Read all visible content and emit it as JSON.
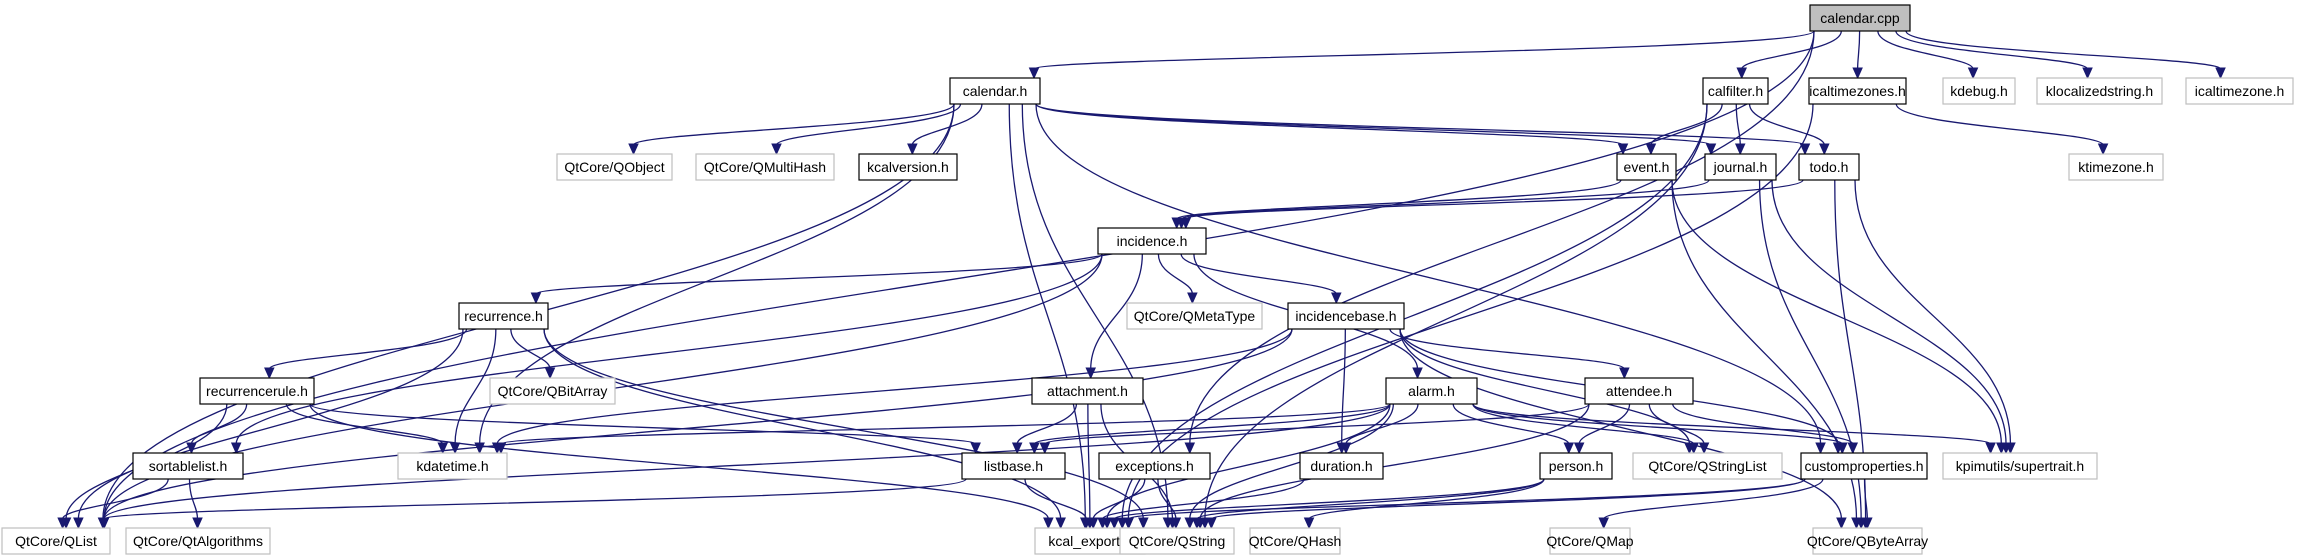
{
  "title": "calendar.cpp include dependency graph",
  "colors": {
    "edge": "#191970",
    "main_fill": "#bfbfbf",
    "documented_border": "#000000",
    "external_border": "#bfbfbf"
  },
  "nodes": [
    {
      "id": "calendar_cpp",
      "label": "calendar.cpp",
      "kind": "main"
    },
    {
      "id": "calendar_h",
      "label": "calendar.h",
      "kind": "documented"
    },
    {
      "id": "calfilter_h",
      "label": "calfilter.h",
      "kind": "documented"
    },
    {
      "id": "icaltimezones_h",
      "label": "icaltimezones.h",
      "kind": "documented"
    },
    {
      "id": "kdebug_h",
      "label": "kdebug.h",
      "kind": "external"
    },
    {
      "id": "klocalizedstring_h",
      "label": "klocalizedstring.h",
      "kind": "external"
    },
    {
      "id": "icaltimezone_h",
      "label": "icaltimezone.h",
      "kind": "external"
    },
    {
      "id": "qobject",
      "label": "QtCore/QObject",
      "kind": "external"
    },
    {
      "id": "qmultihash",
      "label": "QtCore/QMultiHash",
      "kind": "external"
    },
    {
      "id": "kcalversion_h",
      "label": "kcalversion.h",
      "kind": "documented"
    },
    {
      "id": "event_h",
      "label": "event.h",
      "kind": "documented"
    },
    {
      "id": "journal_h",
      "label": "journal.h",
      "kind": "documented"
    },
    {
      "id": "todo_h",
      "label": "todo.h",
      "kind": "documented"
    },
    {
      "id": "ktimezone_h",
      "label": "ktimezone.h",
      "kind": "external"
    },
    {
      "id": "incidence_h",
      "label": "incidence.h",
      "kind": "documented"
    },
    {
      "id": "recurrence_h",
      "label": "recurrence.h",
      "kind": "documented"
    },
    {
      "id": "qmetatype",
      "label": "QtCore/QMetaType",
      "kind": "external"
    },
    {
      "id": "incidencebase_h",
      "label": "incidencebase.h",
      "kind": "documented"
    },
    {
      "id": "qbitarray",
      "label": "QtCore/QBitArray",
      "kind": "external"
    },
    {
      "id": "recurrencerule_h",
      "label": "recurrencerule.h",
      "kind": "documented"
    },
    {
      "id": "attachment_h",
      "label": "attachment.h",
      "kind": "documented"
    },
    {
      "id": "alarm_h",
      "label": "alarm.h",
      "kind": "documented"
    },
    {
      "id": "attendee_h",
      "label": "attendee.h",
      "kind": "documented"
    },
    {
      "id": "sortablelist_h",
      "label": "sortablelist.h",
      "kind": "documented"
    },
    {
      "id": "kdatetime_h",
      "label": "kdatetime.h",
      "kind": "external"
    },
    {
      "id": "listbase_h",
      "label": "listbase.h",
      "kind": "documented"
    },
    {
      "id": "exceptions_h",
      "label": "exceptions.h",
      "kind": "documented"
    },
    {
      "id": "duration_h",
      "label": "duration.h",
      "kind": "documented"
    },
    {
      "id": "person_h",
      "label": "person.h",
      "kind": "documented"
    },
    {
      "id": "qstringlist",
      "label": "QtCore/QStringList",
      "kind": "external"
    },
    {
      "id": "customproperties_h",
      "label": "customproperties.h",
      "kind": "documented"
    },
    {
      "id": "supertrait_h",
      "label": "kpimutils/supertrait.h",
      "kind": "external"
    },
    {
      "id": "qlist",
      "label": "QtCore/QList",
      "kind": "external"
    },
    {
      "id": "qtalgorithms",
      "label": "QtCore/QtAlgorithms",
      "kind": "external"
    },
    {
      "id": "kcal_export_h",
      "label": "kcal_export.h",
      "kind": "external"
    },
    {
      "id": "qstring",
      "label": "QtCore/QString",
      "kind": "external"
    },
    {
      "id": "qhash",
      "label": "QtCore/QHash",
      "kind": "external"
    },
    {
      "id": "qmap",
      "label": "QtCore/QMap",
      "kind": "external"
    },
    {
      "id": "qbytearray",
      "label": "QtCore/QByteArray",
      "kind": "external"
    }
  ],
  "edges": [
    [
      "calendar_cpp",
      "calendar_h"
    ],
    [
      "calendar_cpp",
      "calfilter_h"
    ],
    [
      "calendar_cpp",
      "icaltimezones_h"
    ],
    [
      "calendar_cpp",
      "kdebug_h"
    ],
    [
      "calendar_cpp",
      "klocalizedstring_h"
    ],
    [
      "calendar_cpp",
      "icaltimezone_h"
    ],
    [
      "calendar_cpp",
      "exceptions_h"
    ],
    [
      "calendar_cpp",
      "qlist"
    ],
    [
      "calendar_h",
      "qobject"
    ],
    [
      "calendar_h",
      "qmultihash"
    ],
    [
      "calendar_h",
      "kcalversion_h"
    ],
    [
      "calendar_h",
      "event_h"
    ],
    [
      "calendar_h",
      "journal_h"
    ],
    [
      "calendar_h",
      "todo_h"
    ],
    [
      "calendar_h",
      "customproperties_h"
    ],
    [
      "calendar_h",
      "kdatetime_h"
    ],
    [
      "calendar_h",
      "qlist"
    ],
    [
      "calendar_h",
      "qstring"
    ],
    [
      "calendar_h",
      "kcal_export_h"
    ],
    [
      "calfilter_h",
      "event_h"
    ],
    [
      "calfilter_h",
      "journal_h"
    ],
    [
      "calfilter_h",
      "todo_h"
    ],
    [
      "calfilter_h",
      "kcal_export_h"
    ],
    [
      "calfilter_h",
      "qstring"
    ],
    [
      "icaltimezones_h",
      "ktimezone_h"
    ],
    [
      "icaltimezones_h",
      "kcal_export_h"
    ],
    [
      "event_h",
      "incidence_h"
    ],
    [
      "event_h",
      "supertrait_h"
    ],
    [
      "event_h",
      "qbytearray"
    ],
    [
      "journal_h",
      "incidence_h"
    ],
    [
      "journal_h",
      "supertrait_h"
    ],
    [
      "journal_h",
      "qbytearray"
    ],
    [
      "todo_h",
      "incidence_h"
    ],
    [
      "todo_h",
      "supertrait_h"
    ],
    [
      "todo_h",
      "qbytearray"
    ],
    [
      "incidence_h",
      "recurrence_h"
    ],
    [
      "incidence_h",
      "qmetatype"
    ],
    [
      "incidence_h",
      "incidencebase_h"
    ],
    [
      "incidence_h",
      "attachment_h"
    ],
    [
      "incidence_h",
      "alarm_h"
    ],
    [
      "incidence_h",
      "qlist"
    ],
    [
      "incidence_h",
      "sortablelist_h"
    ],
    [
      "recurrence_h",
      "recurrencerule_h"
    ],
    [
      "recurrence_h",
      "qbitarray"
    ],
    [
      "recurrence_h",
      "kdatetime_h"
    ],
    [
      "recurrence_h",
      "qlist"
    ],
    [
      "recurrence_h",
      "kcal_export_h"
    ],
    [
      "recurrence_h",
      "qstring"
    ],
    [
      "incidencebase_h",
      "attendee_h"
    ],
    [
      "incidencebase_h",
      "customproperties_h"
    ],
    [
      "incidencebase_h",
      "duration_h"
    ],
    [
      "incidencebase_h",
      "kdatetime_h"
    ],
    [
      "incidencebase_h",
      "qstringlist"
    ],
    [
      "incidencebase_h",
      "qbytearray"
    ],
    [
      "incidencebase_h",
      "qlist"
    ],
    [
      "recurrencerule_h",
      "sortablelist_h"
    ],
    [
      "recurrencerule_h",
      "kdatetime_h"
    ],
    [
      "recurrencerule_h",
      "listbase_h"
    ],
    [
      "recurrencerule_h",
      "qlist"
    ],
    [
      "recurrencerule_h",
      "kcal_export_h"
    ],
    [
      "attachment_h",
      "listbase_h"
    ],
    [
      "attachment_h",
      "kcal_export_h"
    ],
    [
      "attachment_h",
      "qstring"
    ],
    [
      "alarm_h",
      "duration_h"
    ],
    [
      "alarm_h",
      "person_h"
    ],
    [
      "alarm_h",
      "listbase_h"
    ],
    [
      "alarm_h",
      "kdatetime_h"
    ],
    [
      "alarm_h",
      "qstring"
    ],
    [
      "alarm_h",
      "qstringlist"
    ],
    [
      "alarm_h",
      "customproperties_h"
    ],
    [
      "alarm_h",
      "kcal_export_h"
    ],
    [
      "alarm_h",
      "qlist"
    ],
    [
      "alarm_h",
      "supertrait_h"
    ],
    [
      "attendee_h",
      "person_h"
    ],
    [
      "attendee_h",
      "qstringlist"
    ],
    [
      "attendee_h",
      "customproperties_h"
    ],
    [
      "attendee_h",
      "listbase_h"
    ],
    [
      "attendee_h",
      "qstring"
    ],
    [
      "sortablelist_h",
      "qlist"
    ],
    [
      "sortablelist_h",
      "qtalgorithms"
    ],
    [
      "listbase_h",
      "qlist"
    ],
    [
      "listbase_h",
      "kcal_export_h"
    ],
    [
      "exceptions_h",
      "kcal_export_h"
    ],
    [
      "exceptions_h",
      "qstring"
    ],
    [
      "duration_h",
      "kcal_export_h"
    ],
    [
      "person_h",
      "qstring"
    ],
    [
      "person_h",
      "qhash"
    ],
    [
      "person_h",
      "kcal_export_h"
    ],
    [
      "customproperties_h",
      "qmap"
    ],
    [
      "customproperties_h",
      "qstring"
    ],
    [
      "customproperties_h",
      "qbytearray"
    ],
    [
      "customproperties_h",
      "kcal_export_h"
    ]
  ]
}
